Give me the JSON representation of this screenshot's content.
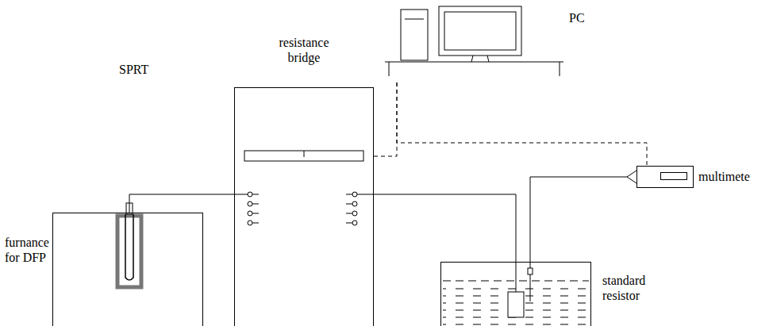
{
  "diagram": {
    "nodes": [
      {
        "text": [
          "PC"
        ]
      },
      {
        "text": [
          "resistance bridge"
        ]
      },
      {
        "text": [
          "multimete"
        ]
      },
      {
        "text": [
          "furnance for DFP"
        ]
      },
      {
        "text": [
          "standard resistor"
        ]
      }
    ],
    "edges": [
      {
        "from": 3,
        "to": 1,
        "arrow": "none"
      },
      {
        "from": 1,
        "to": 0,
        "arrow": "none"
      },
      {
        "from": 1,
        "to": 4,
        "arrow": "none"
      },
      {
        "from": 2,
        "to": 0,
        "arrow": "none"
      },
      {
        "from": 2,
        "to": 4,
        "arrow": "none"
      }
    ],
    "labels": [
      "SPRT"
    ]
  }
}
